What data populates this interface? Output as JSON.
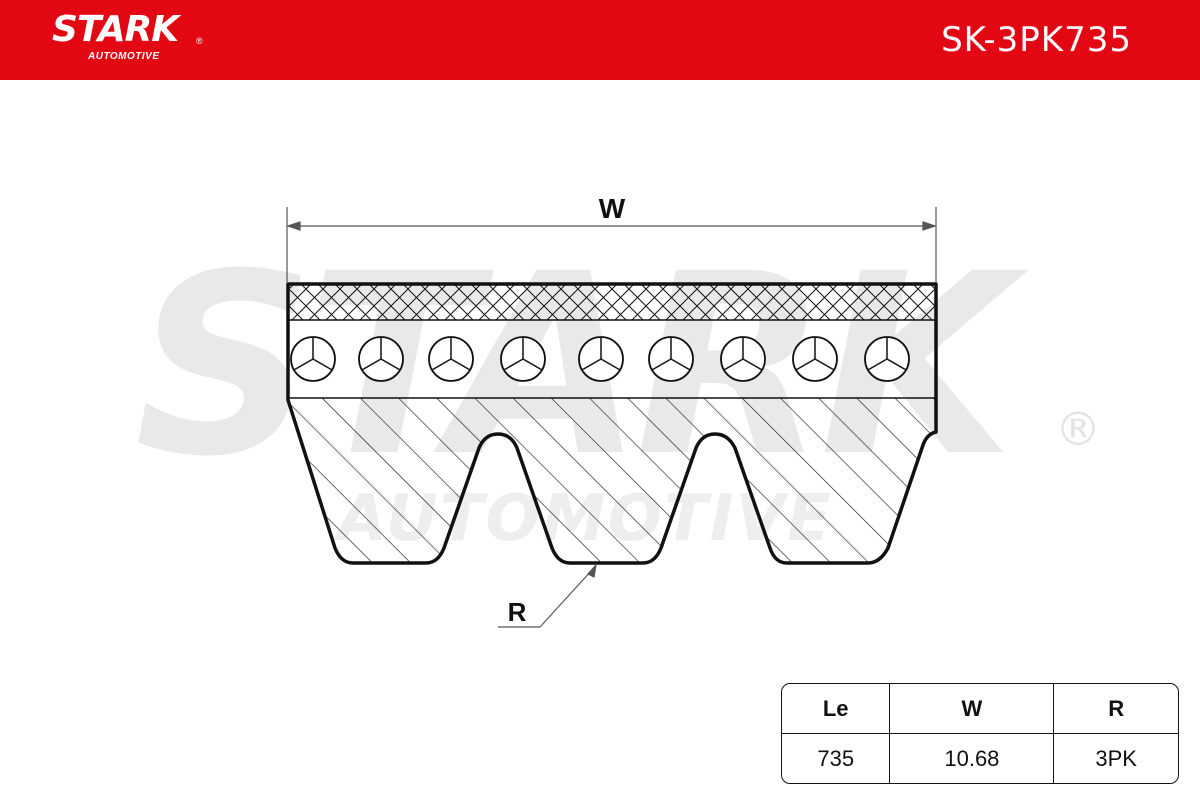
{
  "header": {
    "brand": "STARK",
    "brand_reg": "®",
    "brand_sub": "AUTOMOTIVE",
    "part_number": "SK-3PK735"
  },
  "drawing": {
    "watermark_main": "STARK",
    "watermark_sub": "AUTOMOTIVE",
    "watermark_reg": "®",
    "dimension_width_label": "W",
    "dimension_radius_label": "R"
  },
  "spec_table": {
    "headers": [
      "Le",
      "W",
      "R"
    ],
    "values": [
      "735",
      "10.68",
      "3PK"
    ]
  },
  "colors": {
    "brand_red": "#e30613",
    "line": "#111111",
    "watermark": "#e9e9e9"
  }
}
